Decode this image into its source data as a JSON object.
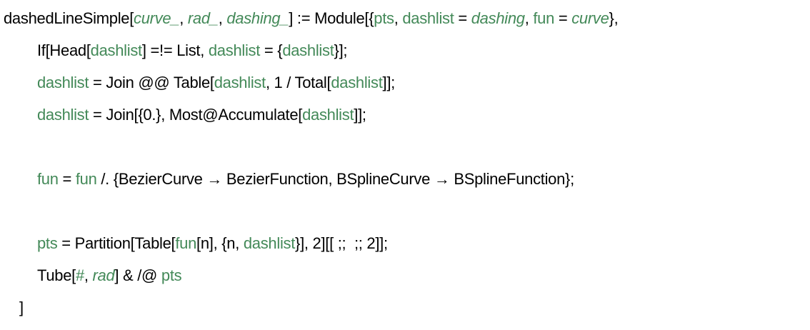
{
  "colors": {
    "variable": "#438958",
    "text": "#000000"
  },
  "code_lines": [
    {
      "indent": 0,
      "segments": [
        {
          "t": "dashedLineSimple[",
          "c": "k"
        },
        {
          "t": "curve_",
          "c": "vi"
        },
        {
          "t": ", ",
          "c": "k"
        },
        {
          "t": "rad_",
          "c": "vi"
        },
        {
          "t": ", ",
          "c": "k"
        },
        {
          "t": "dashing_",
          "c": "vi"
        },
        {
          "t": "] := Module[{",
          "c": "k"
        },
        {
          "t": "pts",
          "c": "v"
        },
        {
          "t": ", ",
          "c": "k"
        },
        {
          "t": "dashlist",
          "c": "v"
        },
        {
          "t": " = ",
          "c": "k"
        },
        {
          "t": "dashing",
          "c": "vi"
        },
        {
          "t": ", ",
          "c": "k"
        },
        {
          "t": "fun",
          "c": "v"
        },
        {
          "t": " = ",
          "c": "k"
        },
        {
          "t": "curve",
          "c": "vi"
        },
        {
          "t": "},",
          "c": "k"
        }
      ]
    },
    {
      "indent": 2,
      "segments": [
        {
          "t": "If[Head[",
          "c": "k"
        },
        {
          "t": "dashlist",
          "c": "v"
        },
        {
          "t": "] =!= List, ",
          "c": "k"
        },
        {
          "t": "dashlist",
          "c": "v"
        },
        {
          "t": " = {",
          "c": "k"
        },
        {
          "t": "dashlist",
          "c": "v"
        },
        {
          "t": "}];",
          "c": "k"
        }
      ]
    },
    {
      "indent": 2,
      "segments": [
        {
          "t": "dashlist",
          "c": "v"
        },
        {
          "t": " = Join @@ Table[",
          "c": "k"
        },
        {
          "t": "dashlist",
          "c": "v"
        },
        {
          "t": ", 1 / Total[",
          "c": "k"
        },
        {
          "t": "dashlist",
          "c": "v"
        },
        {
          "t": "]];",
          "c": "k"
        }
      ]
    },
    {
      "indent": 2,
      "segments": [
        {
          "t": "dashlist",
          "c": "v"
        },
        {
          "t": " = Join[{0.}, Most@Accumulate[",
          "c": "k"
        },
        {
          "t": "dashlist",
          "c": "v"
        },
        {
          "t": "]];",
          "c": "k"
        }
      ]
    },
    {
      "indent": 2,
      "segments": []
    },
    {
      "indent": 2,
      "segments": [
        {
          "t": "fun",
          "c": "v"
        },
        {
          "t": " = ",
          "c": "k"
        },
        {
          "t": "fun",
          "c": "v"
        },
        {
          "t": " /. {BezierCurve → BezierFunction, BSplineCurve → BSplineFunction};",
          "c": "k"
        }
      ]
    },
    {
      "indent": 2,
      "segments": []
    },
    {
      "indent": 2,
      "segments": [
        {
          "t": "pts",
          "c": "v"
        },
        {
          "t": " = Partition[Table[",
          "c": "k"
        },
        {
          "t": "fun",
          "c": "v"
        },
        {
          "t": "[n], {n, ",
          "c": "k"
        },
        {
          "t": "dashlist",
          "c": "v"
        },
        {
          "t": "}], 2][[ ;;  ;; 2]];",
          "c": "k"
        }
      ]
    },
    {
      "indent": 2,
      "segments": [
        {
          "t": "Tube[",
          "c": "k"
        },
        {
          "t": "#",
          "c": "v"
        },
        {
          "t": ", ",
          "c": "k"
        },
        {
          "t": "rad",
          "c": "vi"
        },
        {
          "t": "] & /@ ",
          "c": "k"
        },
        {
          "t": "pts",
          "c": "v"
        }
      ]
    },
    {
      "indent": 1,
      "segments": [
        {
          "t": "]",
          "c": "k"
        }
      ]
    }
  ]
}
